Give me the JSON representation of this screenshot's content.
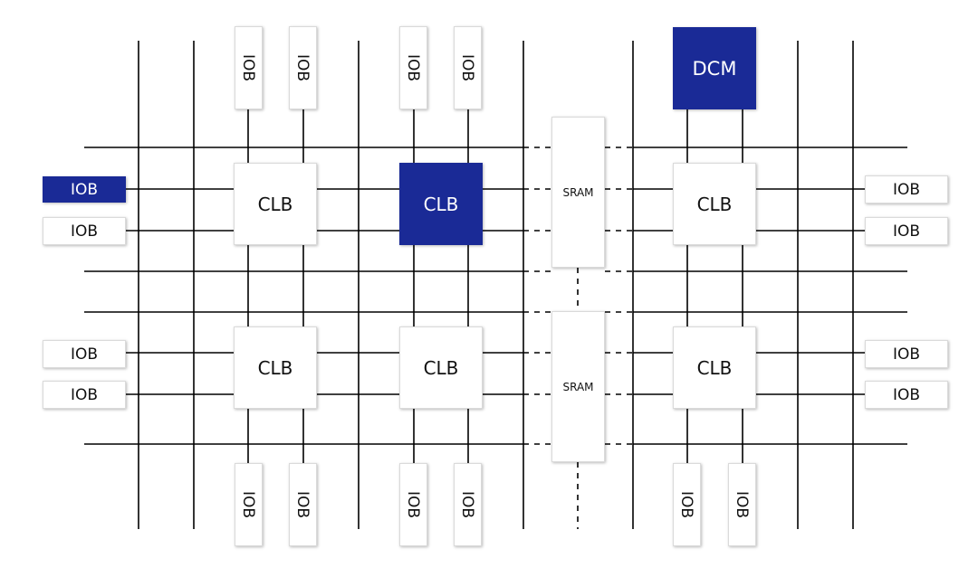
{
  "diagram": {
    "clb_label": "CLB",
    "iob_label": "IOB",
    "dcm_label": "DCM",
    "sram_label": "SRAM",
    "highlight_color": "#1a2a96",
    "line_color": "#000000"
  }
}
